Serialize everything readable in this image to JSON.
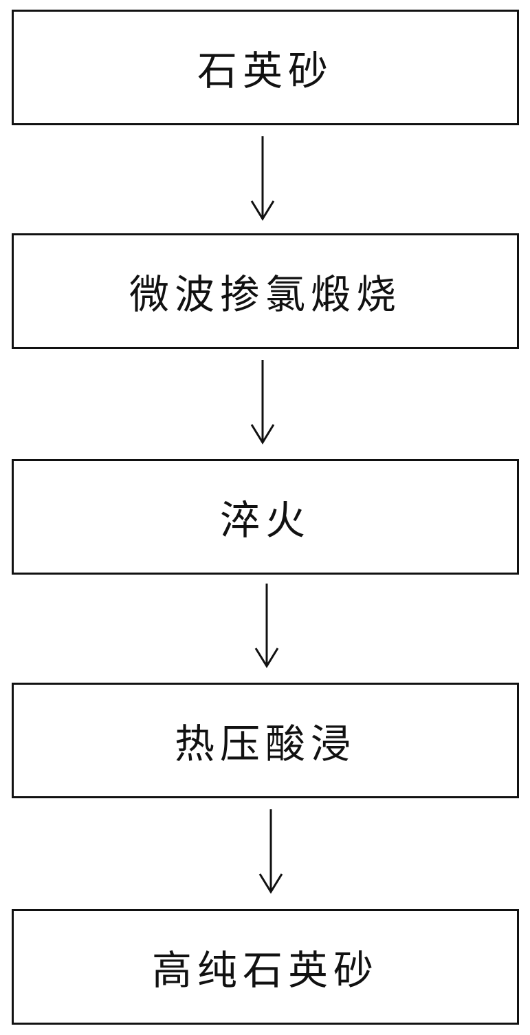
{
  "flowchart": {
    "steps": [
      {
        "label": "石英砂"
      },
      {
        "label": "微波掺氯煅烧"
      },
      {
        "label": "淬火"
      },
      {
        "label": "热压酸浸"
      },
      {
        "label": "高纯石英砂"
      }
    ],
    "colors": {
      "stroke": "#111111",
      "background": "#ffffff"
    }
  }
}
